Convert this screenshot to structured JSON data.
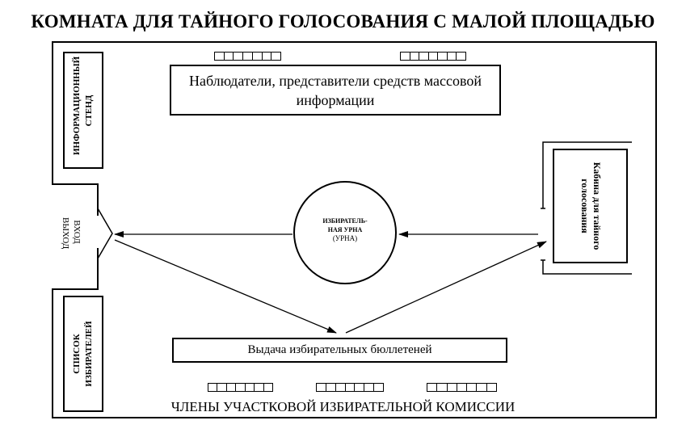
{
  "title": "КОМНАТА ДЛЯ ТАЙНОГО ГОЛОСОВАНИЯ С МАЛОЙ ПЛОЩАДЬЮ",
  "info_stand": "ИНФОРМАЦИОННЫЙ СТЕНД",
  "observers": "Наблюдатели, представители средств массовой информации",
  "entry": "ВХОД ВЫХОД",
  "urn_line1": "ИЗБИРАТЕЛЬ-",
  "urn_line2": "НАЯ УРНА",
  "urn_line3": "(УРНА)",
  "booth": "Кабина для тайного голосования",
  "voter_list": "СПИСОК ИЗБИРАТЕЛЕЙ",
  "ballot_issue": "Выдача избирательных бюллетеней",
  "commission": "ЧЛЕНЫ УЧАСТКОВОЙ ИЗБИРАТЕЛЬНОЙ КОМИССИИ"
}
